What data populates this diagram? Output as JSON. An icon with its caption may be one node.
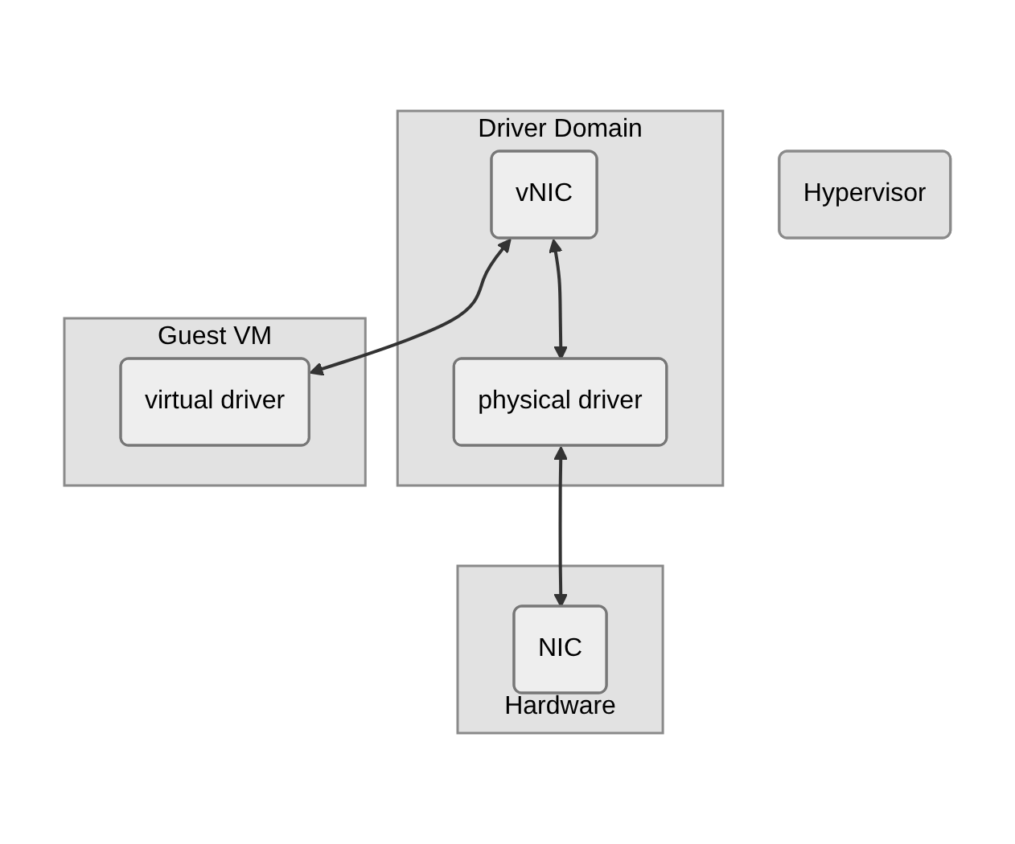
{
  "diagram": {
    "nodes": [
      {
        "text": [
          "Driver Domain"
        ]
      },
      {
        "text": [
          "vNIC"
        ],
        "in": 0
      },
      {
        "text": [
          "physical driver"
        ],
        "in": 0
      },
      {
        "text": [
          "Guest VM"
        ]
      },
      {
        "text": [
          "virtual driver"
        ],
        "in": 3
      },
      {
        "text": [
          "Hypervisor"
        ]
      },
      {
        "text": [
          "Hardware"
        ]
      },
      {
        "text": [
          "NIC"
        ],
        "in": 6
      }
    ],
    "edges": [
      {
        "from": 1,
        "to": 4,
        "arrow": "both"
      },
      {
        "from": 1,
        "to": 2,
        "arrow": "both"
      },
      {
        "from": 2,
        "to": 7,
        "arrow": "both"
      }
    ]
  }
}
